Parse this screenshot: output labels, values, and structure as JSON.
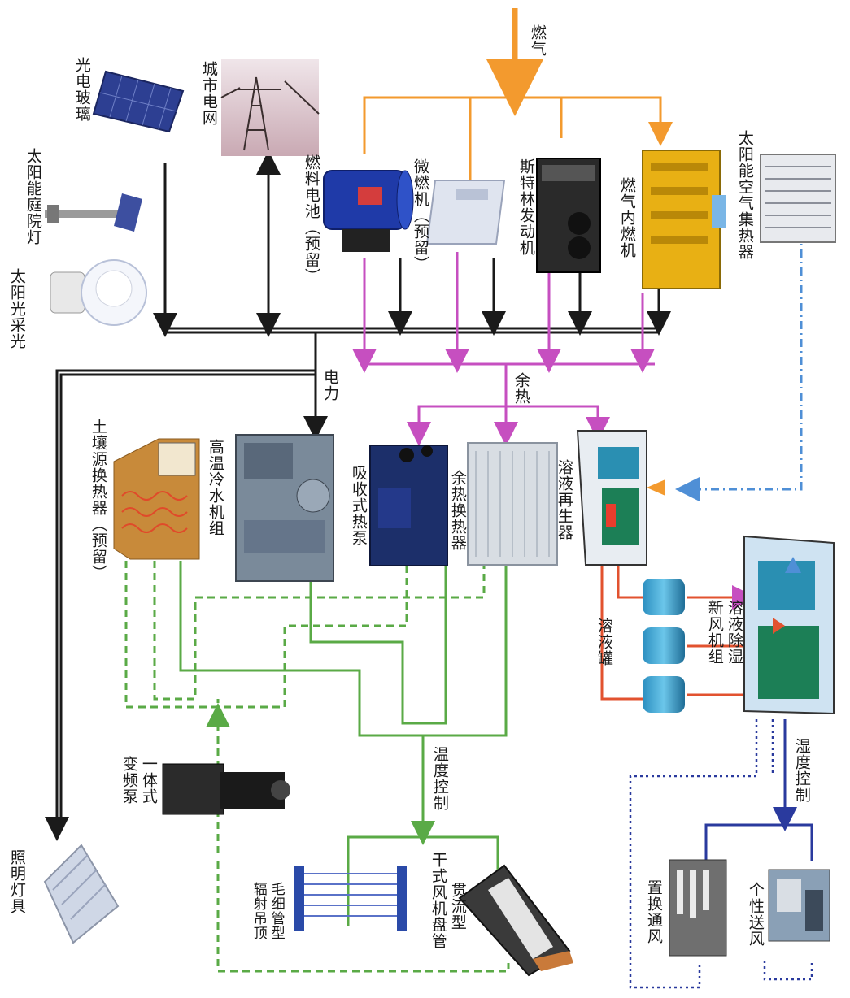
{
  "labels": {
    "fuel_gas": "燃气",
    "waste_heat": "余热",
    "electricity": "电力",
    "temperature_control": "温度控制",
    "humidity_control": "湿度控制"
  },
  "devices": {
    "pv_glass": "光电玻璃",
    "city_grid": "城市电网",
    "solar_garden_light": "太阳能庭院灯",
    "solar_daylighting": "太阳光采光",
    "fuel_cell": "燃料电池（预留）",
    "micro_turbine": "微燃机（预留）",
    "stirling_engine": "斯特林发动机",
    "gas_engine": "燃气内燃机",
    "solar_air_collector": "太阳能空气集热器",
    "ground_source_hx": "土壤源换热器（预留）",
    "high_temp_chiller": "高温冷水机组",
    "absorption_heat_pump": "吸收式热泵",
    "waste_heat_exchanger": "余热换热器",
    "solution_regenerator": "溶液再生器",
    "solution_tank": "溶液罐",
    "solution_dehumid_unit_1": "溶液除湿",
    "solution_dehumid_unit_2": "新风机组",
    "integrated_vfd_pump_1": "一体式",
    "integrated_vfd_pump_2": "变频泵",
    "lighting_fixture": "照明灯具",
    "capillary_ceiling_1": "毛细管型",
    "capillary_ceiling_2": "辐射吊顶",
    "dry_fcu_1": "贯流型",
    "dry_fcu_2": "干式风机盘管",
    "personal_air": "个性送风",
    "displacement_vent": "置换通风"
  },
  "colors": {
    "gas": "#f39a2e",
    "waste_heat": "#c64fc0",
    "power": "#1a1a1a",
    "temp_loop": "#5aaa46",
    "return_loop": "#5aaa46",
    "solution_loop": "#e2522f",
    "air_loop": "#2a3a9e",
    "solar_air": "#4f8fd6"
  }
}
